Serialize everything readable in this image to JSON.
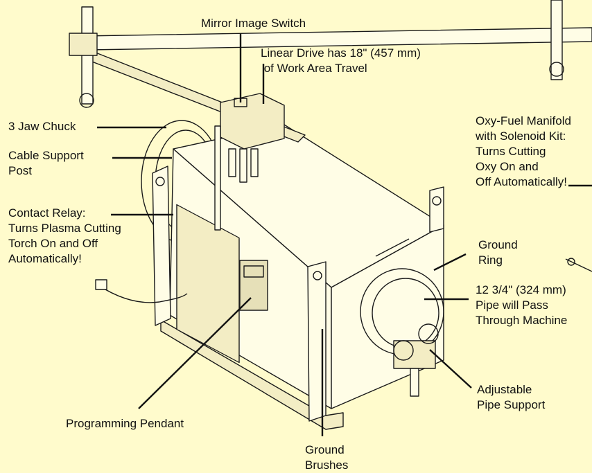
{
  "colors": {
    "background": "#FFFBCC",
    "line": "#111111",
    "machine_face": "#FFFDE6",
    "machine_shadow": "#F3EDC4"
  },
  "labels": {
    "mirror_image_switch": "Mirror Image Switch",
    "linear_drive": "Linear Drive has 18\" (457 mm)\n of Work Area Travel",
    "jaw_chuck": "3 Jaw Chuck",
    "cable_support_post": "Cable Support\nPost",
    "contact_relay": "Contact Relay:\nTurns Plasma Cutting\nTorch On and Off\nAutomatically!",
    "oxy_fuel_manifold": "Oxy-Fuel Manifold\nwith Solenoid Kit:\nTurns Cutting\nOxy On and\nOff Automatically!",
    "ground_ring": "Ground\nRing",
    "pipe_pass": "12 3/4\" (324 mm)\nPipe will Pass\nThrough Machine",
    "adjustable_pipe_support": "Adjustable\nPipe Support",
    "programming_pendant": "Programming Pendant",
    "ground_brushes": "Ground\nBrushes"
  }
}
